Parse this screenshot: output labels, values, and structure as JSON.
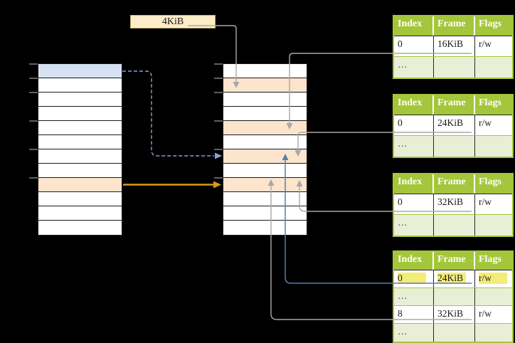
{
  "colors": {
    "bg": "#000000",
    "ink": "#1a1a1a",
    "white": "#ffffff",
    "green": "#a4c63a",
    "greenlight": "#e9efd6",
    "rowblue": "#d6e2f3",
    "roworange": "#fce4cd",
    "cream": "#fcecc8",
    "creamborder": "#c9ad66",
    "yellow": "#f3ed77",
    "gray": "#a8a8a8",
    "blue": "#5b7cb0",
    "bluedash": "#84a3cf",
    "orange": "#d89b15",
    "tick": "#7f7f7f"
  },
  "page_size_label": "4KiB",
  "memory": {
    "left": {
      "rows": [
        "blue",
        "white",
        "white",
        "white",
        "white",
        "white",
        "white",
        "white",
        "orange",
        "white",
        "white",
        "white"
      ]
    },
    "middle": {
      "rows": [
        "white",
        "orange",
        "white",
        "white",
        "orange",
        "white",
        "orange",
        "white",
        "orange",
        "white",
        "white",
        "white"
      ]
    },
    "tick_offsets": [
      0,
      20,
      40,
      80,
      120,
      160
    ]
  },
  "page_tables": [
    {
      "columns": [
        "Index",
        "Frame",
        "Flags"
      ],
      "rows": [
        {
          "cells": [
            "0",
            "16KiB",
            "r/w"
          ],
          "type": "data",
          "highlight": false
        },
        {
          "cells": [
            "…",
            "",
            ""
          ],
          "type": "ellipsis",
          "highlight": false
        }
      ]
    },
    {
      "columns": [
        "Index",
        "Frame",
        "Flags"
      ],
      "rows": [
        {
          "cells": [
            "0",
            "24KiB",
            "r/w"
          ],
          "type": "data",
          "highlight": false
        },
        {
          "cells": [
            "…",
            "",
            ""
          ],
          "type": "ellipsis",
          "highlight": false
        }
      ]
    },
    {
      "columns": [
        "Index",
        "Frame",
        "Flags"
      ],
      "rows": [
        {
          "cells": [
            "0",
            "32KiB",
            "r/w"
          ],
          "type": "data",
          "highlight": false
        },
        {
          "cells": [
            "…",
            "",
            ""
          ],
          "type": "ellipsis",
          "highlight": false
        }
      ]
    },
    {
      "columns": [
        "Index",
        "Frame",
        "Flags"
      ],
      "rows": [
        {
          "cells": [
            "0",
            "24KiB",
            "r/w"
          ],
          "type": "data",
          "highlight": true
        },
        {
          "cells": [
            "…",
            "",
            ""
          ],
          "type": "ellipsis",
          "highlight": false
        },
        {
          "cells": [
            "8",
            "32KiB",
            "r/w"
          ],
          "type": "data",
          "highlight": false
        },
        {
          "cells": [
            "…",
            "",
            ""
          ],
          "type": "ellipsis",
          "highlight": false
        }
      ]
    }
  ]
}
